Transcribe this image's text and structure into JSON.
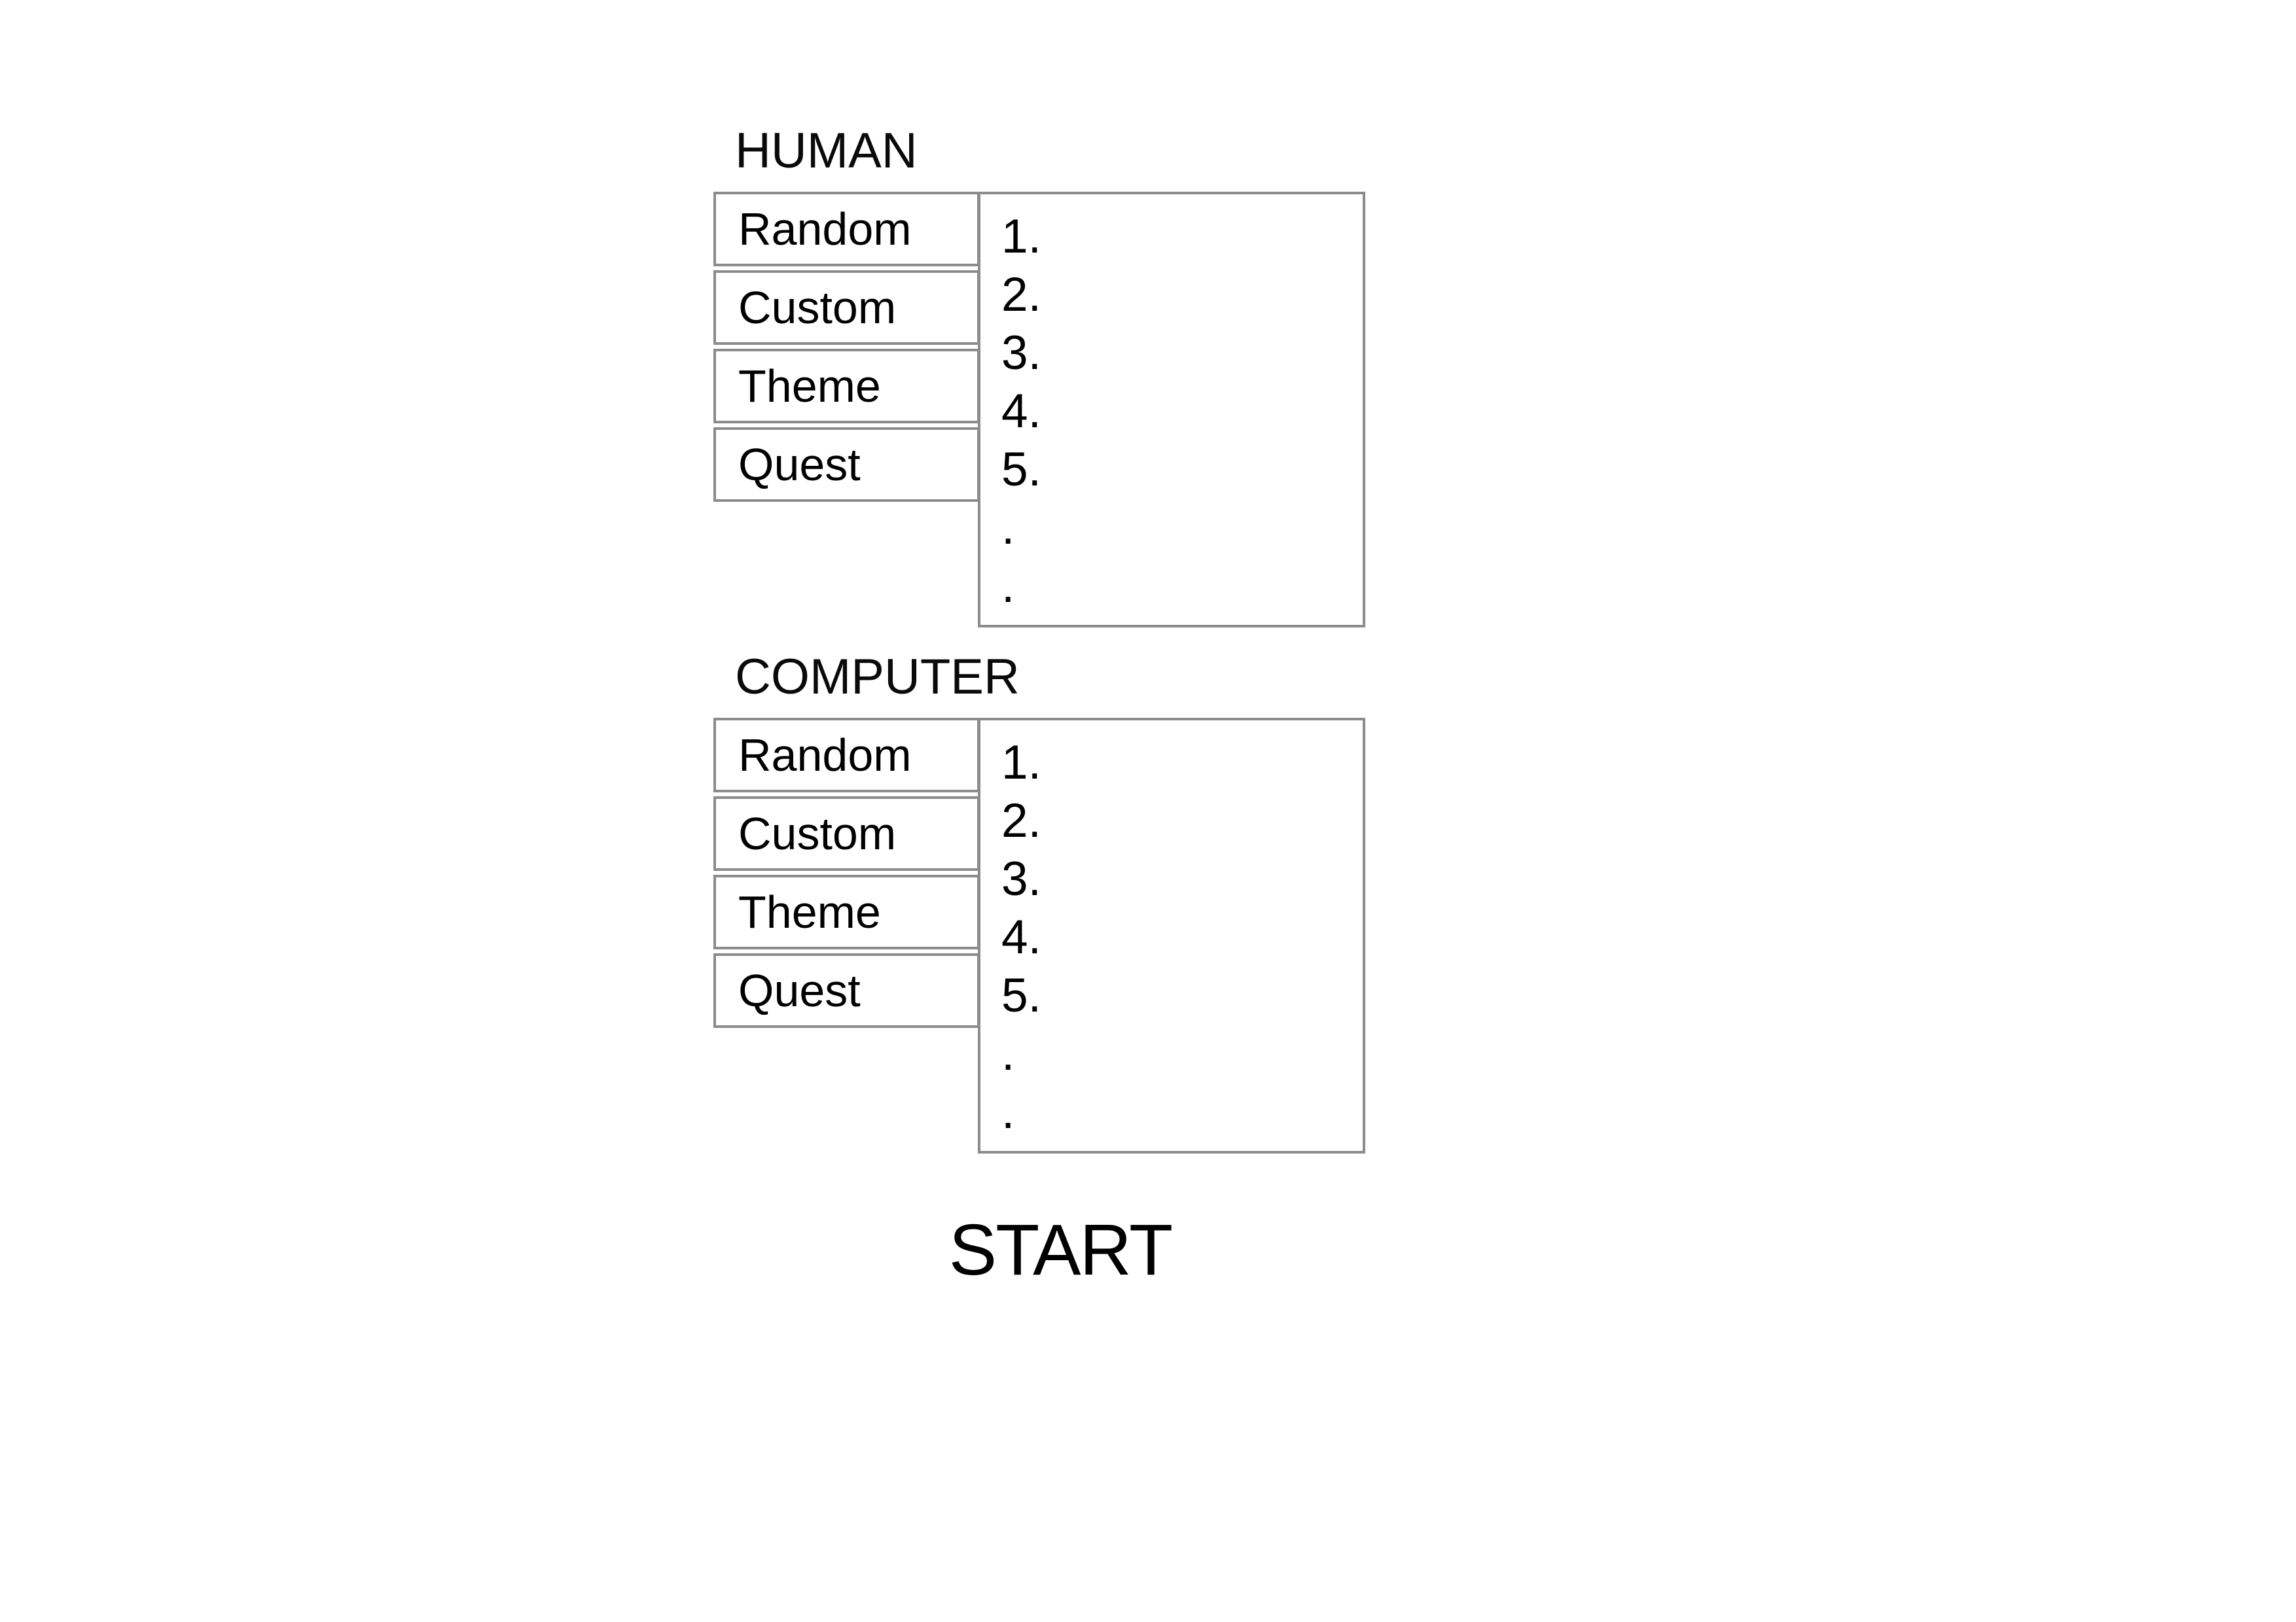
{
  "page": {
    "background": "#ffffff",
    "border_color": "#8c8c8c",
    "text_color": "#000000"
  },
  "sections": [
    {
      "id": "human",
      "label": "HUMAN",
      "buttons": [
        "Random",
        "Custom",
        "Theme",
        "Quest"
      ],
      "list_items": [
        "1.",
        "2.",
        "3.",
        "4.",
        "5.",
        ".",
        "."
      ]
    },
    {
      "id": "computer",
      "label": "COMPUTER",
      "buttons": [
        "Random",
        "Custom",
        "Theme",
        "Quest"
      ],
      "list_items": [
        "1.",
        "2.",
        "3.",
        "4.",
        "5.",
        ".",
        "."
      ]
    }
  ],
  "start_label": "START"
}
